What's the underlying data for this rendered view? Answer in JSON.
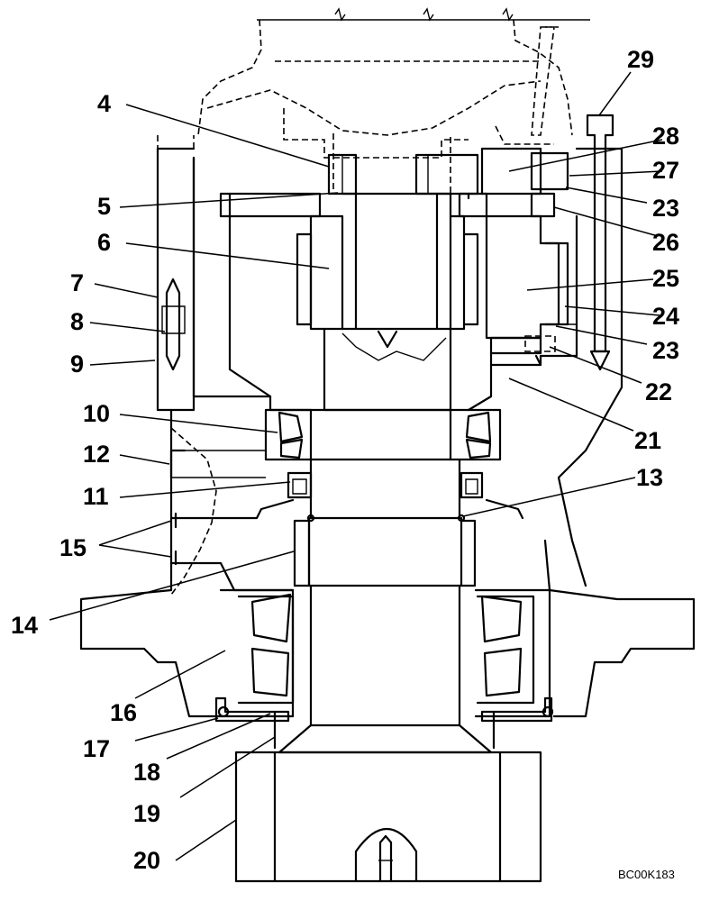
{
  "figure_code": "BC00K183",
  "callouts": [
    {
      "id": "c4",
      "label": "4"
    },
    {
      "id": "c5",
      "label": "5"
    },
    {
      "id": "c6",
      "label": "6"
    },
    {
      "id": "c7",
      "label": "7"
    },
    {
      "id": "c8",
      "label": "8"
    },
    {
      "id": "c9",
      "label": "9"
    },
    {
      "id": "c10",
      "label": "10"
    },
    {
      "id": "c12",
      "label": "12"
    },
    {
      "id": "c11",
      "label": "11"
    },
    {
      "id": "c15",
      "label": "15"
    },
    {
      "id": "c14",
      "label": "14"
    },
    {
      "id": "c16",
      "label": "16"
    },
    {
      "id": "c17",
      "label": "17"
    },
    {
      "id": "c18",
      "label": "18"
    },
    {
      "id": "c19",
      "label": "19"
    },
    {
      "id": "c20",
      "label": "20"
    },
    {
      "id": "c29",
      "label": "29"
    },
    {
      "id": "c28",
      "label": "28"
    },
    {
      "id": "c27",
      "label": "27"
    },
    {
      "id": "c23a",
      "label": "23"
    },
    {
      "id": "c26",
      "label": "26"
    },
    {
      "id": "c25",
      "label": "25"
    },
    {
      "id": "c24",
      "label": "24"
    },
    {
      "id": "c23b",
      "label": "23"
    },
    {
      "id": "c22",
      "label": "22"
    },
    {
      "id": "c21",
      "label": "21"
    },
    {
      "id": "c13",
      "label": "13"
    }
  ]
}
